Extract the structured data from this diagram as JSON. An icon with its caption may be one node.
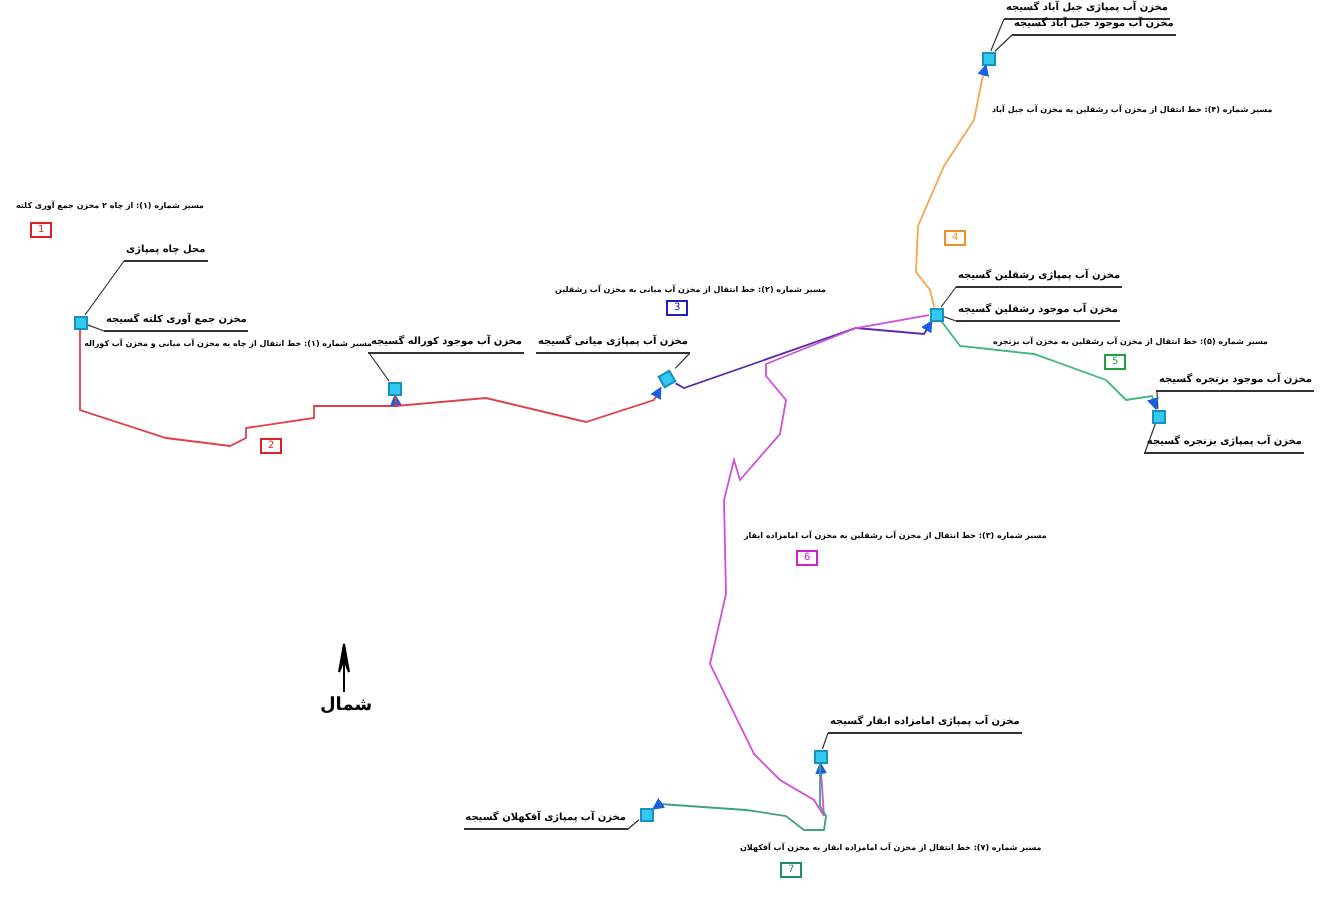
{
  "diagram": {
    "nodes": [
      {
        "text": [
          "محل چاه پمپاژی"
        ]
      },
      {
        "text": [
          "مخزن جمع آوری کلته گسیجه"
        ]
      },
      {
        "text": [],
        "shape": "box"
      },
      {
        "text": [
          "مخزن آب موجود کوراله گسیجه"
        ]
      },
      {
        "text": [],
        "shape": "box"
      },
      {
        "text": [
          "مخزن آب پمپاژی میانی گسیجه"
        ]
      },
      {
        "text": [],
        "shape": "box"
      },
      {
        "text": [
          "مخزن آب پمپاژی رشقلین گسیجه"
        ]
      },
      {
        "text": [
          "مخزن آب موجود رشقلین گسیجه"
        ]
      },
      {
        "text": [],
        "shape": "box"
      },
      {
        "text": [
          "مخزن آب پمپاژی جبل آباد گسیجه"
        ]
      },
      {
        "text": [
          "مخزن آب موجود جبل آباد گسیجه"
        ]
      },
      {
        "text": [],
        "shape": "box"
      },
      {
        "text": [
          "مخزن آب موجود بزنجره گسیجه"
        ]
      },
      {
        "text": [
          "مخزن آب پمپاژی بزنجره گسیجه"
        ]
      },
      {
        "text": [],
        "shape": "box"
      },
      {
        "text": [
          "مخزن آب پمپاژی امامزاده ابقار گسیجه"
        ]
      },
      {
        "text": [],
        "shape": "box"
      },
      {
        "text": [
          "مخزن آب پمپاژی آقکهلان گسیجه"
        ]
      },
      {
        "text": [],
        "shape": "box"
      }
    ],
    "edges": [
      {
        "from": 0,
        "to": 2,
        "arrow": "none"
      },
      {
        "from": 1,
        "to": 2,
        "arrow": "none"
      },
      {
        "from": 3,
        "to": 4,
        "arrow": "none"
      },
      {
        "from": 5,
        "to": 6,
        "arrow": "none"
      },
      {
        "from": 7,
        "to": 9,
        "arrow": "none"
      },
      {
        "from": 8,
        "to": 9,
        "arrow": "none"
      },
      {
        "from": 10,
        "to": 12,
        "arrow": "none"
      },
      {
        "from": 11,
        "to": 12,
        "arrow": "none"
      },
      {
        "from": 13,
        "to": 15,
        "arrow": "none"
      },
      {
        "from": 14,
        "to": 15,
        "arrow": "none"
      },
      {
        "from": 16,
        "to": 17,
        "arrow": "none"
      },
      {
        "from": 18,
        "to": 19,
        "arrow": "none"
      },
      {
        "from": 2,
        "to": 4,
        "arrow": "to",
        "color": "#e0404a"
      },
      {
        "from": 4,
        "to": 6,
        "arrow": "to",
        "color": "#e0404a"
      },
      {
        "from": 6,
        "to": 9,
        "arrow": "to",
        "color": "#5b2aa8"
      },
      {
        "from": 9,
        "to": 12,
        "arrow": "to",
        "color": "#f0a850"
      },
      {
        "from": 9,
        "to": 15,
        "arrow": "to",
        "color": "#3fb878"
      },
      {
        "from": 9,
        "to": 17,
        "arrow": "to",
        "color": "#d050d8"
      },
      {
        "from": 17,
        "to": 19,
        "arrow": "to",
        "color": "#40a080"
      }
    ],
    "labels": [
      "مسیر شماره (۱): از چاه ۲ مخزن جمع آوری کلته",
      "1",
      "مسیر شماره (۱): خط انتقال از چاه به مخزن آب میانی و مخزن آب کوراله",
      "2",
      "مسیر شماره (۲): خط انتقال از مخزن آب میانی به مخزن آب رشقلین",
      "3",
      "مسیر شماره (۴): خط انتقال از مخزن آب رشقلین به مخزن آب جبل آباد",
      "4",
      "مسیر شماره (۵): خط انتقال از مخزن آب رشقلین به مخزن آب بزنجره",
      "5",
      "مسیر شماره (۳): خط انتقال از مخزن آب رشقلین به مخزن آب امامزاده ابقار",
      "6",
      "شمال",
      "مسیر شماره (۷): خط انتقال از مخزن آب امامزاده ابقار به مخزن آب آقکهلان",
      "7"
    ]
  }
}
